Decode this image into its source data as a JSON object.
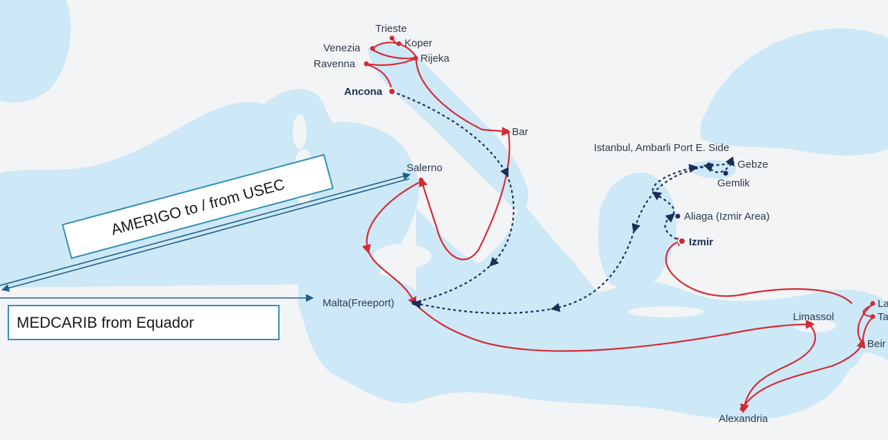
{
  "colors": {
    "sea": "#cde8f6",
    "land": "#f3f4f5",
    "route_red": "#d42a35",
    "route_navy": "#1b2d5b",
    "callout_border": "#2f8fb7"
  },
  "ports": {
    "trieste": "Trieste",
    "koper": "Koper",
    "venezia": "Venezia",
    "rijeka": "Rijeka",
    "ravenna": "Ravenna",
    "ancona": "Ancona",
    "bar": "Bar",
    "salerno": "Salerno",
    "malta": "Malta(Freeport)",
    "istanbul": "Istanbul, Ambarli Port E. Side",
    "gebze": "Gebze",
    "gemlik": "Gemlik",
    "aliaga": "Aliaga (Izmir Area)",
    "izmir": "Izmir",
    "limassol": "Limassol",
    "latakia": "La",
    "tartus": "Ta",
    "beirut": "Beir",
    "alexandria": "Alexandria"
  },
  "callouts": {
    "amerigo": "AMERIGO to / from USEC",
    "medcarib": "MEDCARIB from Equador"
  }
}
